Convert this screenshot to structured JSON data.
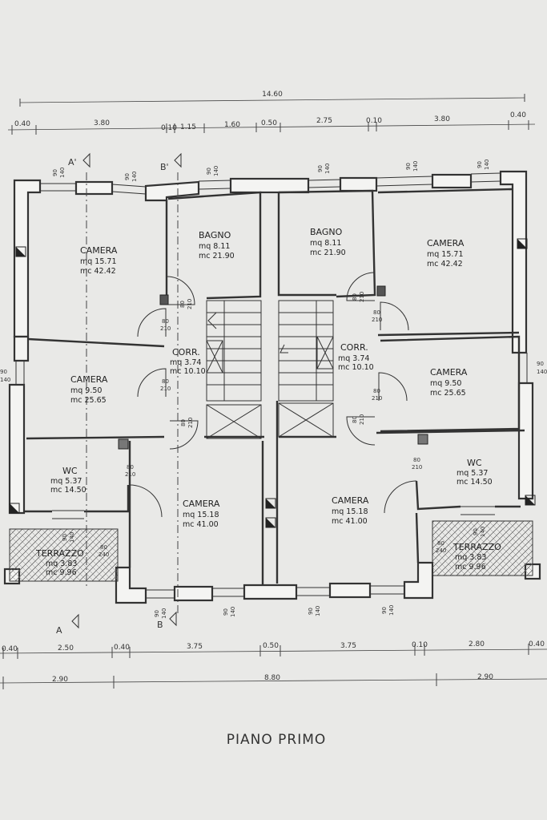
{
  "title": "PIANO PRIMO",
  "top_dims": {
    "overall": "14.60",
    "segments": [
      "0.40",
      "3.80",
      "0.10",
      "1.15",
      "1.60",
      "0.50",
      "2.75",
      "0.10",
      "3.80",
      "0.40"
    ]
  },
  "bottom_dims": {
    "segments": [
      "0.40",
      "2.50",
      "0.40",
      "3.75",
      "0.50",
      "3.75",
      "0.10",
      "2.80",
      "0.40"
    ],
    "totals": [
      "2.90",
      "8.80",
      "2.90"
    ]
  },
  "sections": {
    "a": "A",
    "a_prime": "A'",
    "b": "B",
    "b_prime": "B'"
  },
  "rooms": [
    {
      "name": "CAMERA",
      "mq": "mq  15.71",
      "mc": "mc  42.42"
    },
    {
      "name": "BAGNO",
      "mq": "mq   8.11",
      "mc": "mc  21.90"
    },
    {
      "name": "BAGNO",
      "mq": "mq   8.11",
      "mc": "mc  21.90"
    },
    {
      "name": "CAMERA",
      "mq": "mq  15.71",
      "mc": "mc  42.42"
    },
    {
      "name": "CAMERA",
      "mq": "mq   9.50",
      "mc": "mc  25.65"
    },
    {
      "name": "CORR.",
      "mq": "mq   3.74",
      "mc": "mc  10.10"
    },
    {
      "name": "CORR.",
      "mq": "mq   3.74",
      "mc": "mc  10.10"
    },
    {
      "name": "CAMERA",
      "mq": "mq   9.50",
      "mc": "mc  25.65"
    },
    {
      "name": "WC",
      "mq": "mq   5.37",
      "mc": "mc  14.50"
    },
    {
      "name": "WC",
      "mq": "mq   5.37",
      "mc": "mc  14.50"
    },
    {
      "name": "CAMERA",
      "mq": "mq  15.18",
      "mc": "mc  41.00"
    },
    {
      "name": "CAMERA",
      "mq": "mq  15.18",
      "mc": "mc  41.00"
    },
    {
      "name": "TERRAZZO",
      "mq": "mq   3.83",
      "mc": "mc   9.96"
    },
    {
      "name": "TERRAZZO",
      "mq": "mq   3.83",
      "mc": "mc   9.96"
    }
  ],
  "openings": {
    "win_w": "90",
    "win_h": "140",
    "door_w": "80",
    "door_h": "210",
    "door2_h": "240"
  }
}
